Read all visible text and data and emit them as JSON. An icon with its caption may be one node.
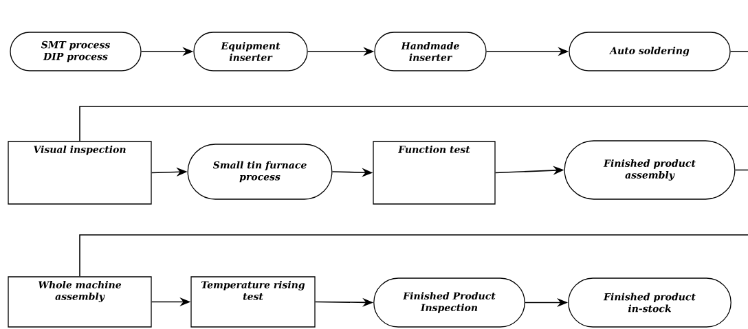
{
  "diagram": {
    "nodes": [
      {
        "text": [
          "SMT process",
          "DIP process"
        ]
      },
      {
        "text": [
          "Equipment inserter"
        ]
      },
      {
        "text": [
          "Handmade inserter"
        ]
      },
      {
        "text": [
          "Auto soldering"
        ]
      },
      {
        "text": [
          "Visual inspection"
        ]
      },
      {
        "text": [
          "Small tin furnace process"
        ]
      },
      {
        "text": [
          "Function test"
        ]
      },
      {
        "text": [
          "Finished product assembly"
        ]
      },
      {
        "text": [
          "Whole machine assembly"
        ]
      },
      {
        "text": [
          "Temperature rising test"
        ]
      },
      {
        "text": [
          "Finished Product Inspection"
        ]
      },
      {
        "text": [
          "Finished product in-stock"
        ]
      }
    ],
    "edges": [
      {
        "from": 0,
        "to": 1,
        "arrow": "to"
      },
      {
        "from": 1,
        "to": 2,
        "arrow": "to"
      },
      {
        "from": 2,
        "to": 3,
        "arrow": "to"
      },
      {
        "from": 3,
        "to": 4,
        "arrow": "none"
      },
      {
        "from": 4,
        "to": 5,
        "arrow": "to"
      },
      {
        "from": 5,
        "to": 6,
        "arrow": "to"
      },
      {
        "from": 6,
        "to": 7,
        "arrow": "to"
      },
      {
        "from": 7,
        "to": 8,
        "arrow": "none"
      },
      {
        "from": 8,
        "to": 9,
        "arrow": "to"
      },
      {
        "from": 9,
        "to": 10,
        "arrow": "to"
      },
      {
        "from": 10,
        "to": 11,
        "arrow": "to"
      }
    ]
  }
}
